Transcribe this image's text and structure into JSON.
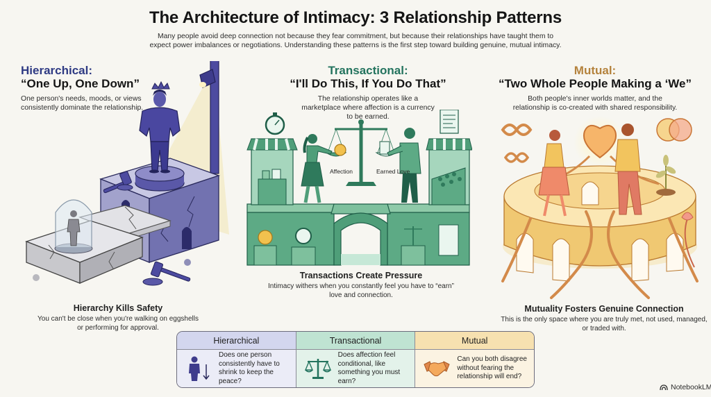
{
  "title": "The Architecture of Intimacy: 3 Relationship Patterns",
  "subtitle": "Many people avoid deep connection not because they fear commitment, but because their relationships have taught them to expect power imbalances or negotiations. Understanding these patterns is the first step toward building genuine, mutual intimacy.",
  "colors": {
    "hierarchical": "#2e3a83",
    "transactional": "#23735e",
    "mutual": "#b4823c",
    "background": "#f7f6f1"
  },
  "sections": {
    "hierarchical": {
      "label": "Hierarchical:",
      "quote": "“One Up, One Down”",
      "description": "One person's needs, moods, or views consistently dominate the relationship.",
      "caption_title": "Hierarchy Kills Safety",
      "caption_text": "You can't be close when you're walking on eggshells or performing for approval.",
      "illustration": "crowned-figure-on-pedestal-with-spotlight-and-person-in-glass-dome"
    },
    "transactional": {
      "label": "Transactional:",
      "quote": "“I'll Do This, If You Do That”",
      "description": "The relationship operates like a marketplace where affection is a currency to be earned.",
      "scale_left_label": "Affection",
      "scale_right_label": "Earned Love",
      "caption_title": "Transactions Create Pressure",
      "caption_text": "Intimacy withers when you constantly feel you have to “earn” love and connection.",
      "illustration": "market-stalls-with-balance-scale-and-bridge"
    },
    "mutual": {
      "label": "Mutual:",
      "quote": "“Two Whole People Making a ‘We”",
      "description": "Both people's inner worlds matter, and the relationship is co-created with shared responsibility.",
      "caption_title": "Mutuality Fosters Genuine Connection",
      "caption_text": "This is the only space where you are truly met, not used, managed, or traded with.",
      "illustration": "couple-building-heart-on-round-arched-platform-with-roots"
    }
  },
  "summary_table": {
    "columns": [
      {
        "header": "Hierarchical",
        "question": "Does one person consistently have to shrink to keep the peace?",
        "icon": "person-shrinking-icon"
      },
      {
        "header": "Transactional",
        "question": "Does affection feel conditional, like something you must earn?",
        "icon": "balance-scale-icon"
      },
      {
        "header": "Mutual",
        "question": "Can you both disagree without fearing the relationship will end?",
        "icon": "handshake-icon"
      }
    ]
  },
  "brand": {
    "name": "NotebookLM",
    "icon": "notebooklm-logo-icon"
  }
}
